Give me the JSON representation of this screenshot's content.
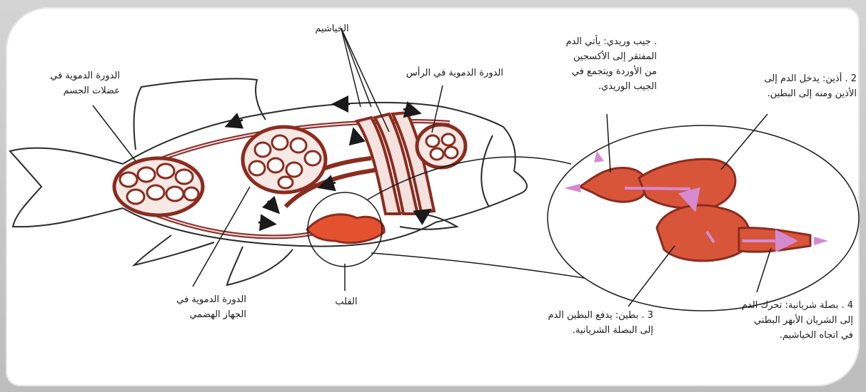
{
  "labels": {
    "gills": "الخياشيم",
    "head_circulation": "الدورة الدموية في الرأس",
    "body_muscles_line1": "الدورة الدموية في",
    "body_muscles_line2": "عضلات الجسم",
    "digestive_line1": "الدورة الدموية في",
    "digestive_line2": "الجهاز الهضمي",
    "heart": "القلب",
    "sinus_line1": ". جيب وريدي: يأتي الدم",
    "sinus_line2": "المفتقر إلى الأكسجين",
    "sinus_line3": "من الأوردة ويتجمع في",
    "sinus_line4": "الجيب الوريدي.",
    "atrium_line1": "2 . أذين: يدخل الدم إلى",
    "atrium_line2": "الأذين ومنه إلى البطين.",
    "ventricle_line1": "3 . بطين: يدفع البطين الدم",
    "ventricle_line2": "إلى البصلة الشريانية.",
    "bulb_line1": "4 . بصلة شريانية: تحرك الدم",
    "bulb_line2": "إلى الشريان الأبهر البطني",
    "bulb_line3": "في اتجاه الخياشيم."
  },
  "colors": {
    "vessel": "#8a2c1f",
    "organ_fill": "#d8553a",
    "heart_fill": "#e4512f",
    "arrow": "#1a1a1a",
    "flow_arrow": "#d58ad0"
  }
}
